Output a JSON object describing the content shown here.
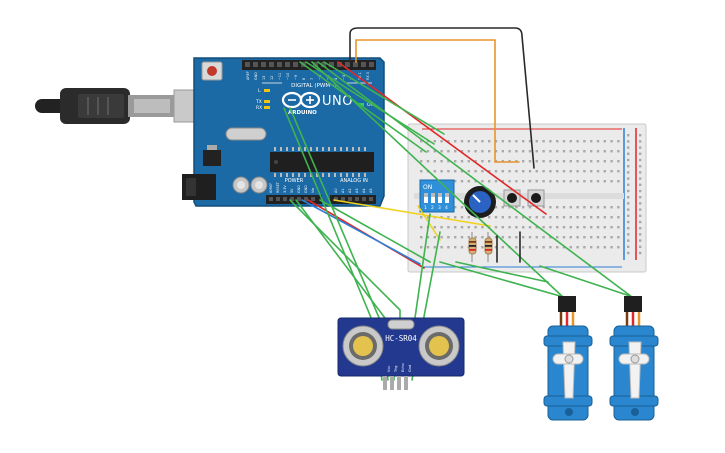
{
  "board": {
    "model": "UNO",
    "brand": "ARDUINO",
    "digital_header": "DIGITAL (PWM~)",
    "power_header": "POWER",
    "analog_header": "ANALOG IN",
    "label_l": "L",
    "label_tx": "TX",
    "label_rx": "RX",
    "label_on": "ON",
    "digital_pins": [
      "AREF",
      "GND",
      "13",
      "12",
      "~11",
      "~10",
      "~9",
      "8",
      "7",
      "~6",
      "~5",
      "4",
      "~3",
      "2",
      "TX 1",
      "RX 0"
    ],
    "power_pins": [
      "IOREF",
      "RESET",
      "3.3V",
      "5V",
      "GND",
      "GND",
      "Vin"
    ],
    "analog_pins": [
      "A0",
      "A1",
      "A2",
      "A3",
      "A4",
      "A5"
    ]
  },
  "dip_switch": {
    "on_label": "ON",
    "numbers": [
      "1",
      "2",
      "3",
      "4"
    ]
  },
  "sensor": {
    "name": "HC-SR04",
    "pins": [
      "Vcc",
      "Trig",
      "Echo",
      "Gnd"
    ]
  },
  "colors": {
    "board": "#1b6aa5",
    "board_dark": "#145485",
    "breadboard": "#ebebeb",
    "wire_green": "#3fb34f",
    "wire_red": "#e0282a",
    "wire_blue": "#2b7fd6",
    "wire_yellow": "#f0d21e",
    "wire_orange": "#e8952a",
    "wire_black": "#2a2a2a",
    "servo": "#2a87cf"
  }
}
